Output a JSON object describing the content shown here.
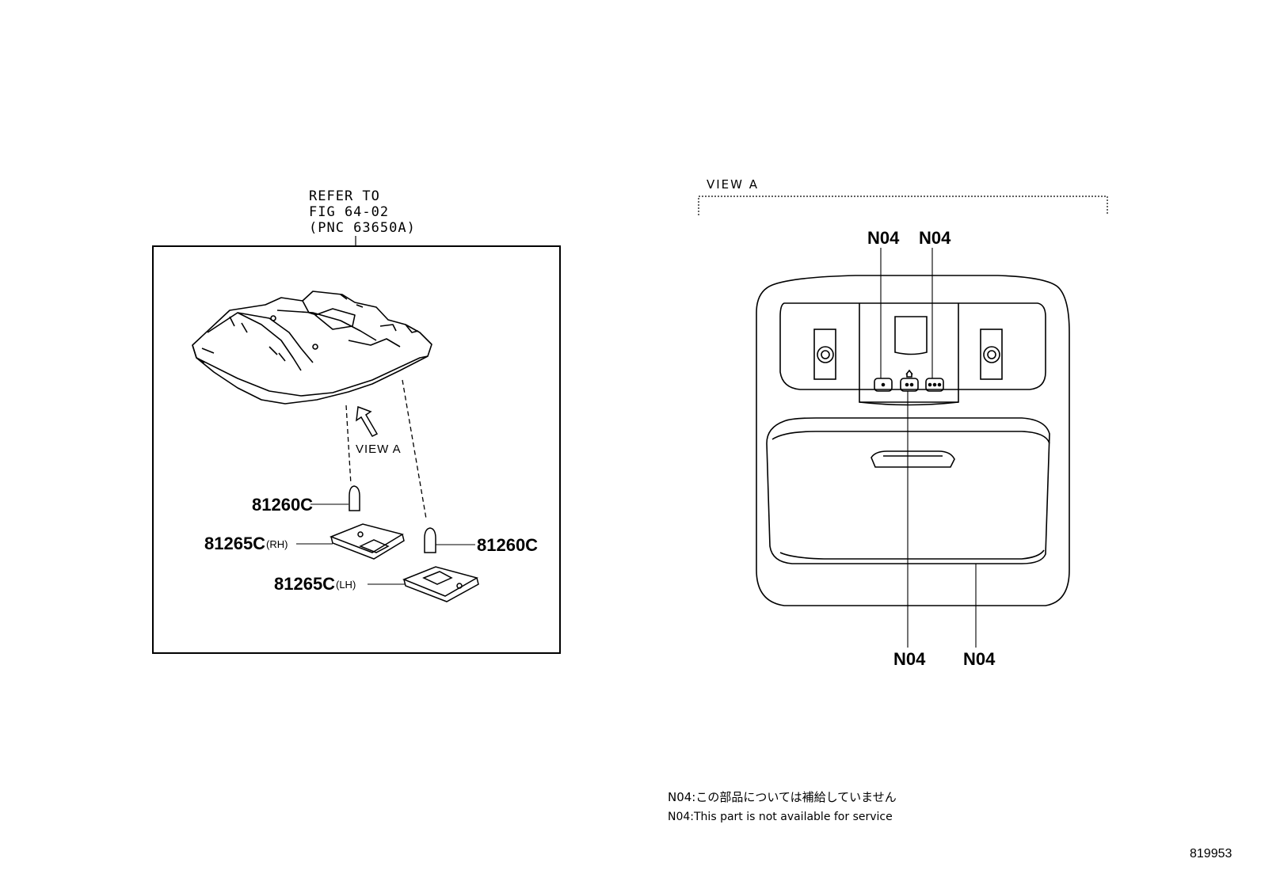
{
  "left_panel": {
    "refer_lines": [
      "REFER TO",
      "FIG 64-02",
      "(PNC 63650A)"
    ],
    "view_label": "VIEW A",
    "callouts": [
      {
        "code": "81260C",
        "suffix": ""
      },
      {
        "code": "81265C",
        "suffix": "(RH)"
      },
      {
        "code": "81260C",
        "suffix": ""
      },
      {
        "code": "81265C",
        "suffix": "(LH)"
      }
    ]
  },
  "right_panel": {
    "view_title": "VIEW A",
    "callouts": [
      "N04",
      "N04",
      "N04",
      "N04"
    ]
  },
  "notes": [
    "N04:この部品については補給していません",
    "N04:This part is not available for service"
  ],
  "figure_number": "819953"
}
